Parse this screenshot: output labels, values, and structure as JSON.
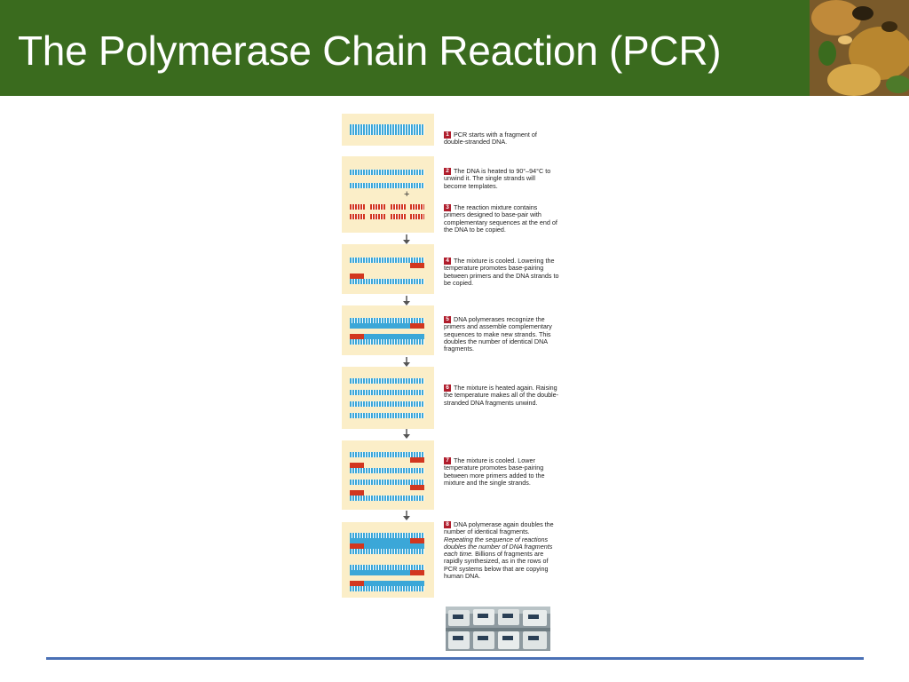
{
  "slide": {
    "title": "The Polymerase Chain Reaction (PCR)",
    "colors": {
      "header": "#3a6b1e",
      "title_text": "#ffffff",
      "footer_rule": "#4a70b5",
      "panel": "#fbeec8",
      "dna_strand": "#3ba7d8",
      "primer": "#d2361f",
      "step_badge": "#b01e2d"
    }
  },
  "figure": {
    "steps": [
      {
        "num": "1",
        "text": "PCR starts with a fragment of double-stranded DNA."
      },
      {
        "num": "2",
        "text": "The DNA is heated to 90°–94°C to unwind it. The single strands will become templates."
      },
      {
        "num": "3",
        "text": "The reaction mixture contains primers designed to base-pair with complementary sequences at the end of the DNA to be copied."
      },
      {
        "num": "4",
        "text": "The mixture is cooled. Lowering the temperature promotes base-pairing between primers and the DNA strands to be copied."
      },
      {
        "num": "5",
        "text": "DNA polymerases recognize the primers and assemble complementary sequences to make new strands. This doubles the number of identical DNA fragments."
      },
      {
        "num": "6",
        "text": "The mixture is heated again. Raising the temperature makes all of the double-stranded DNA fragments unwind."
      },
      {
        "num": "7",
        "text": "The mixture is cooled. Lower temperature promotes base-pairing between more primers added to the mixture and the single strands."
      },
      {
        "num": "8",
        "text_before": "DNA polymerase again doubles the number of identical fragments.",
        "text_italic": "Repeating the sequence of reactions doubles the number of DNA fragments each time.",
        "text_after": "Billions of fragments are rapidly synthesized, as in the rows of PCR systems below that are copying human DNA."
      }
    ],
    "plus_symbol": "+",
    "arrow_icon": "down-arrow-icon"
  }
}
